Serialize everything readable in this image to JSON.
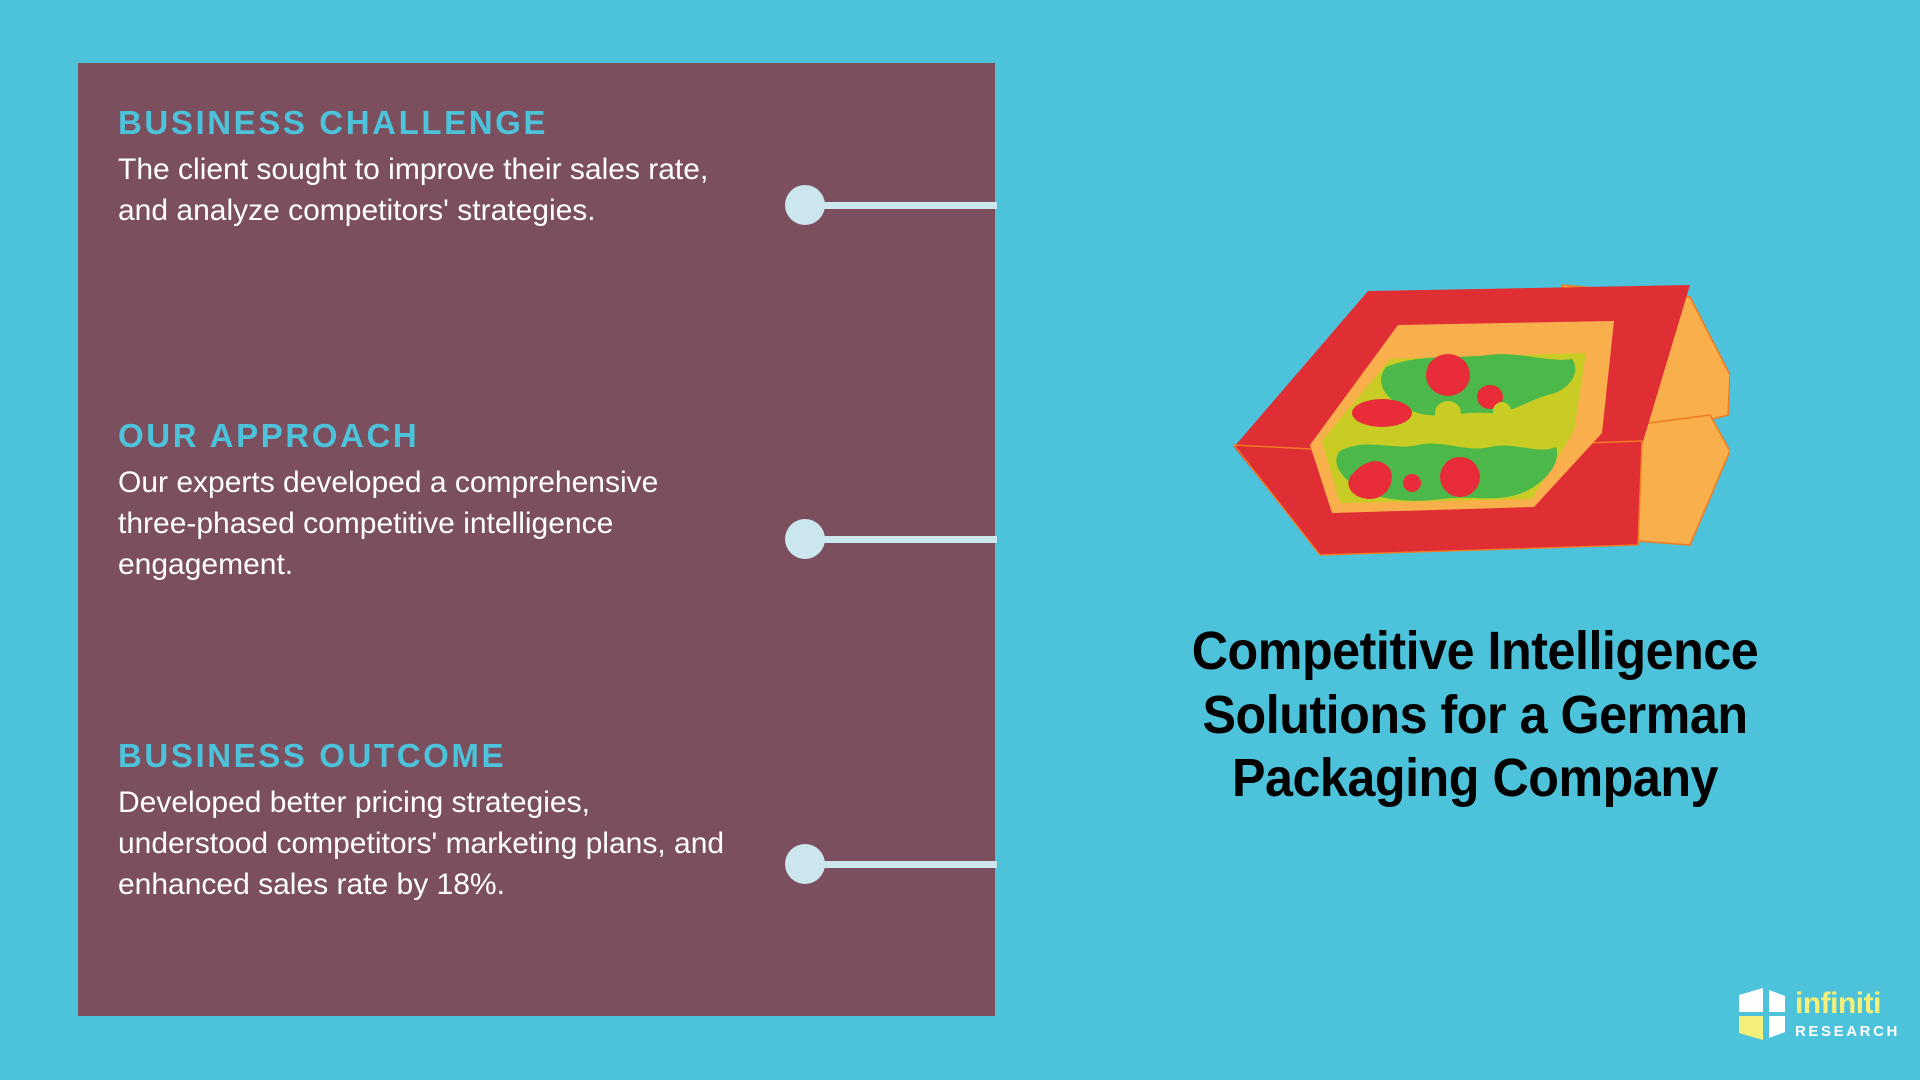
{
  "theme": {
    "background_color": "#4cc3db",
    "panel_color": "#7b4f5e",
    "heading_color": "#4cc3db",
    "body_text_color": "#ffffff",
    "connector_color": "#cce6ee",
    "title_color": "#000000",
    "logo_yellow": "#f4f07a",
    "logo_white": "#ffffff",
    "illustration": {
      "box_red": "#e02f34",
      "box_orange": "#f9b04c",
      "food_green": "#4cb849",
      "food_olive": "#c8cc24",
      "food_red": "#e82c3a",
      "outline_orange": "#f07c23"
    }
  },
  "panel": {
    "sections": [
      {
        "heading": "BUSINESS CHALLENGE",
        "body": "The client sought to improve their sales rate, and analyze competitors' strategies."
      },
      {
        "heading": "OUR APPROACH",
        "body": "Our experts developed a comprehensive three-phased competitive intelligence engagement."
      },
      {
        "heading": "BUSINESS OUTCOME",
        "body": "Developed better pricing strategies, understood competitors' marketing plans, and enhanced sales rate by 18%."
      }
    ]
  },
  "illustration": {
    "name": "open-food-packaging-box-with-pizza",
    "description": "Red takeaway food box, open, with orange interior and lid flap, holding a green and yellow pizza-like food with red toppings"
  },
  "headline": {
    "text": "Competitive Intelligence Solutions for a German Packaging Company"
  },
  "logo": {
    "word_primary": "infiniti",
    "word_secondary": "RESEARCH",
    "mark_name": "infiniti-window-mark"
  }
}
